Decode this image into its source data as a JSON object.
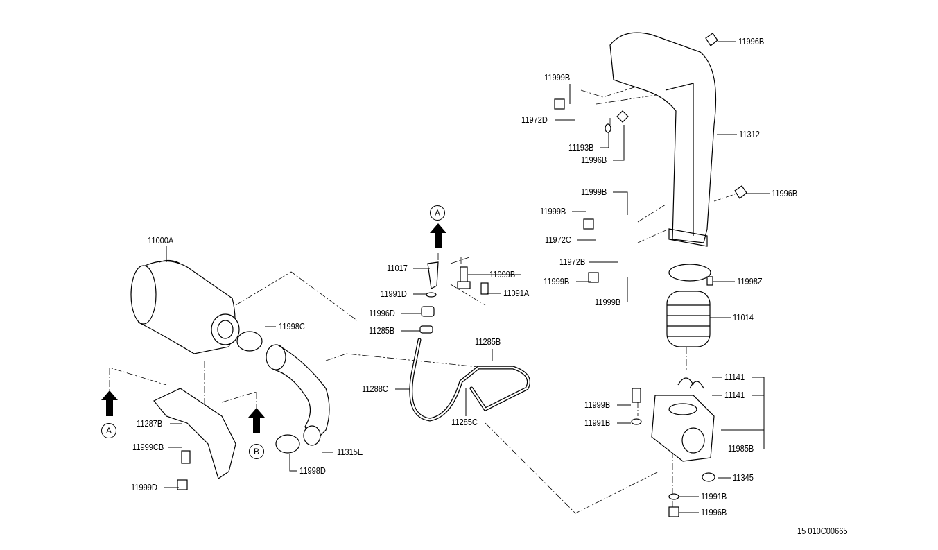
{
  "diagram": {
    "labels": [
      "11996B",
      "11999B",
      "11972D",
      "11312",
      "11193B",
      "11996B",
      "11999B",
      "11996B",
      "11999B",
      "11972C",
      "11000A",
      "11017",
      "11999B",
      "11972B",
      "11999B",
      "11998Z",
      "11991D",
      "11091A",
      "11999B",
      "11996D",
      "11014",
      "11998C",
      "11285B",
      "11285B",
      "11141",
      "11288C",
      "11141",
      "11999B",
      "11287B",
      "11285C",
      "11991B",
      "11999CB",
      "11985B",
      "11315E",
      "11998D",
      "11345",
      "11999D",
      "11991B",
      "11996B"
    ],
    "reference_markers": [
      "A",
      "A",
      "B"
    ],
    "footer_code": "15 010C00665"
  }
}
